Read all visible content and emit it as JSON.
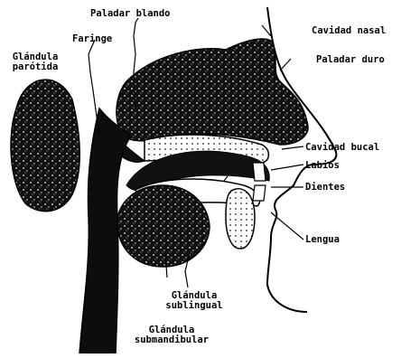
{
  "labels": {
    "paladar_blando": "Paladar blando",
    "faringe": "Faringe",
    "glandula_parotida_1": "Glándula",
    "glandula_parotida_2": "parótida",
    "cavidad_nasal": "Cavidad nasal",
    "paladar_duro": "Paladar duro",
    "cavidad_bucal": "Cavidad bucal",
    "labios": "Labios",
    "dientes": "Dientes",
    "lengua": "Lengua",
    "glandula_sublingual_1": "Glándula",
    "glandula_sublingual_2": "sublingual",
    "glandula_submandibular_1": "Glándula",
    "glandula_submandibular_2": "submandibular"
  }
}
